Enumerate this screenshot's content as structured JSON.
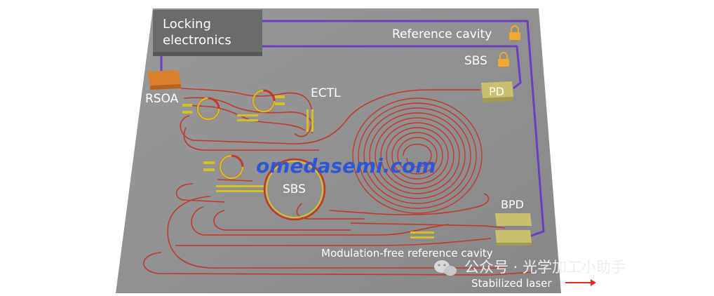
{
  "labels": {
    "locking_electronics_line1": "Locking",
    "locking_electronics_line2": "electronics",
    "reference_cavity": "Reference cavity",
    "sbs_lock": "SBS",
    "rsoa": "RSOA",
    "ectl": "ECTL",
    "pd": "PD",
    "sbs_ring": "SBS",
    "bpd": "BPD",
    "modulation_free": "Modulation-free reference cavity",
    "stabilized_laser": "Stabilized laser"
  },
  "watermark": {
    "site": "omedasemi.com",
    "account": "公众号 · 光学加工小助手"
  },
  "icons": {
    "lock": "lock-icon",
    "arrow": "arrow-right-icon",
    "wechat": "wechat-icon"
  },
  "colors": {
    "background": "#8f8f8f",
    "waveguide": "#c0392b",
    "electrical": "#6a3fc0",
    "electronics_box": "#6b6b6b",
    "rsoa": "#d8802b",
    "detector": "#c9c070",
    "heater": "#d4c12a",
    "lock": "#f0a830",
    "output_arrow": "#e0301e"
  }
}
